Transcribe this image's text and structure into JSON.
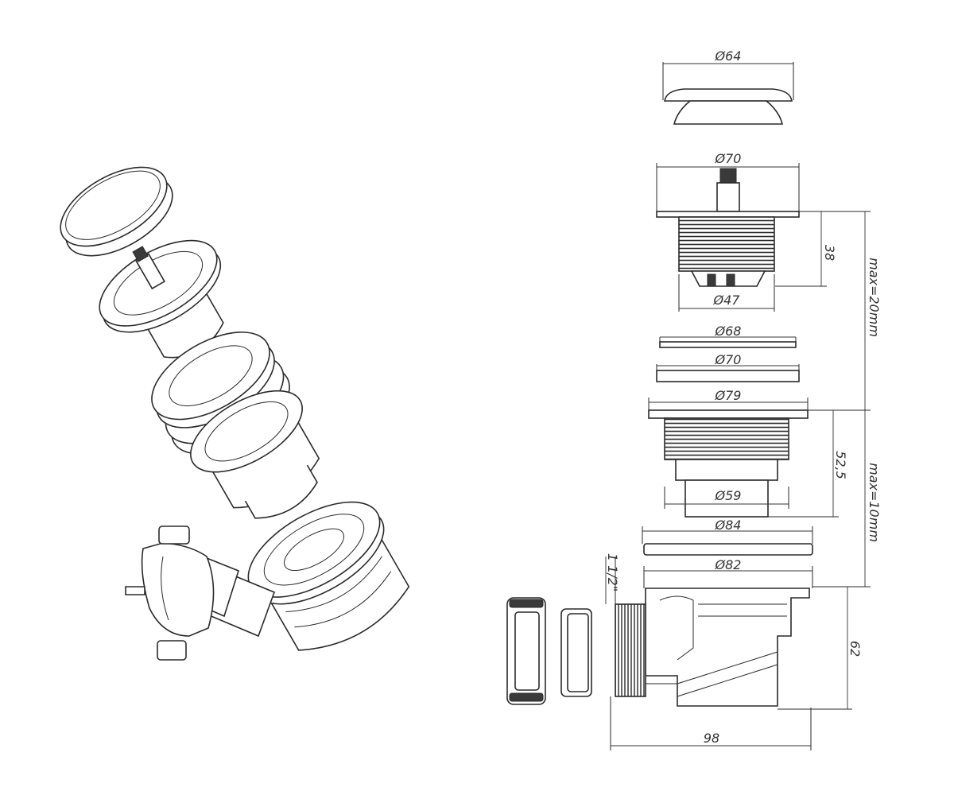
{
  "dimensions": {
    "cap_diameter": "Ø64",
    "strainer_diameter": "Ø70",
    "strainer_height": "38",
    "strainer_thread_diameter": "Ø47",
    "max_upper": "max=20mm",
    "gasket_1_diameter": "Ø68",
    "gasket_2_diameter": "Ø70",
    "flange_diameter": "Ø79",
    "flange_height": "52,5",
    "flange_bottom_diameter": "Ø59",
    "max_lower": "max=10mm",
    "gasket_3_diameter": "Ø84",
    "body_diameter": "Ø82",
    "outlet_thread": "1 1/2\"",
    "body_height": "62",
    "overall_length": "98"
  },
  "colors": {
    "line": "#2a2a2a",
    "fill_dark": "#3a3a3a",
    "background": "#ffffff"
  }
}
